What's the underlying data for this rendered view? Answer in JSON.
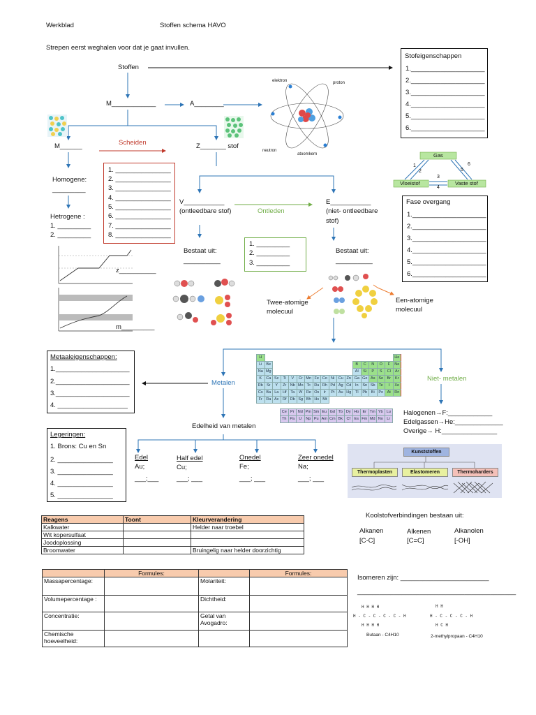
{
  "header": {
    "left": "Werkblad",
    "title": "Stoffen schema HAVO"
  },
  "instruction": "Strepen eerst weghalen voor dat je gaat invullen.",
  "top": {
    "stoffen": "Stoffen",
    "m": "M____________",
    "a": "A________"
  },
  "atom": {
    "elektron": "elektron",
    "proton": "proton",
    "neutron": "neutron",
    "atoomkern": "atoomkern"
  },
  "stofeigenschappen": {
    "title": "Stofeigenschappen",
    "items": [
      "1.____________________",
      "2.____________________",
      "3.____________________",
      "4.____________________",
      "5.____________________",
      "6.____________________"
    ]
  },
  "row2": {
    "m": "M______",
    "scheiden": "Scheiden",
    "z": "Z_______ stof"
  },
  "scheiden_list": [
    "1. _______________",
    "2. _______________",
    "3. _______________",
    "4. _______________",
    "5. _______________",
    "6. _______________",
    "7. _______________",
    "8. _______________"
  ],
  "mengsels": {
    "homogene": "Homogene:",
    "homogene_blank": "_________",
    "hetrogene": "Hetrogene :",
    "het1": "1. _________",
    "het2": "2. _________"
  },
  "fase": {
    "gas": "Gas",
    "vloeistof": "Vloeistof",
    "vaste": "Vaste stof",
    "n1": "1",
    "n2": "2",
    "n3": "3",
    "n4": "4",
    "n5": "5",
    "n6": "6",
    "title": "Fase overgang",
    "items": [
      "1.____________________",
      "2.____________________",
      "3.____________________",
      "4.____________________",
      "5.____________________",
      "6.____________________"
    ]
  },
  "ontleden": {
    "v": "V___________",
    "v_sub": "(ontleedbare stof)",
    "label": "Ontleden",
    "e": "E___________",
    "e_sub1": "(niet- ontleedbare",
    "e_sub2": "stof)",
    "list": [
      "1. _________",
      "2. _________",
      "3. _________"
    ],
    "bestaat1": "Bestaat uit:",
    "bestaat1_blank": "__________",
    "bestaat2": "Bestaat uit:",
    "bestaat2_blank": "__________",
    "twee1": "Twee-atomige",
    "twee2": "molecuul",
    "een1": "Een-atomige",
    "een2": "molecuul"
  },
  "graphs": {
    "z": "z__________",
    "m": "m_________"
  },
  "metalen": {
    "eig_title": "Metaaleigenschappen:",
    "eig_items": [
      "1.____________________",
      "2.____________________",
      "3.____________________",
      "4. ___________________"
    ],
    "label": "Metalen",
    "niet": "Niet- metalen",
    "halogenen": "Halogenen→F:____________",
    "edelgassen": "Edelgassen→He:_____________",
    "overige": "Overige→ H:_______________"
  },
  "periodic": {
    "rows": [
      [
        "H",
        "",
        "",
        "",
        "",
        "",
        "",
        "",
        "",
        "",
        "",
        "",
        "",
        "",
        "",
        "",
        "",
        "He"
      ],
      [
        "Li",
        "Be",
        "",
        "",
        "",
        "",
        "",
        "",
        "",
        "",
        "",
        "",
        "B",
        "C",
        "N",
        "O",
        "F",
        "Ne"
      ],
      [
        "Na",
        "Mg",
        "",
        "",
        "",
        "",
        "",
        "",
        "",
        "",
        "",
        "",
        "Al",
        "Si",
        "P",
        "S",
        "Cl",
        "Ar"
      ],
      [
        "K",
        "Ca",
        "Sc",
        "Ti",
        "V",
        "Cr",
        "Mn",
        "Fe",
        "Co",
        "Ni",
        "Cu",
        "Zn",
        "Ga",
        "Ge",
        "As",
        "Se",
        "Br",
        "Kr"
      ],
      [
        "Rb",
        "Sr",
        "Y",
        "Zr",
        "Nb",
        "Mo",
        "Tc",
        "Ru",
        "Rh",
        "Pd",
        "Ag",
        "Cd",
        "In",
        "Sn",
        "Sb",
        "Te",
        "I",
        "Xe"
      ],
      [
        "Cs",
        "Ba",
        "La",
        "Hf",
        "Ta",
        "W",
        "Re",
        "Os",
        "Ir",
        "Pt",
        "Au",
        "Hg",
        "Tl",
        "Pb",
        "Bi",
        "Po",
        "At",
        "Rn"
      ],
      [
        "Fr",
        "Ra",
        "Ac",
        "Rf",
        "Db",
        "Sg",
        "Bh",
        "Hs",
        "Mt",
        "",
        "",
        "",
        "",
        "",
        "",
        "",
        "",
        ""
      ]
    ],
    "lan": [
      "Ce",
      "Pr",
      "Nd",
      "Pm",
      "Sm",
      "Eu",
      "Gd",
      "Tb",
      "Dy",
      "Ho",
      "Er",
      "Tm",
      "Yb",
      "Lu"
    ],
    "act": [
      "Th",
      "Pa",
      "U",
      "Np",
      "Pu",
      "Am",
      "Cm",
      "Bk",
      "Cf",
      "Es",
      "Fm",
      "Md",
      "No",
      "Lr"
    ]
  },
  "edelheid": {
    "title": "Edelheid van metalen",
    "cols": [
      {
        "h": "Edel",
        "ex": "Au;",
        "b": "___;___"
      },
      {
        "h": "Half edel",
        "ex": "Cu;",
        "b": "___; ___"
      },
      {
        "h": "Onedel",
        "ex": "Fe;",
        "b": "___; ___"
      },
      {
        "h": "Zeer onedel",
        "ex": "Na;",
        "b": "___; ___"
      }
    ]
  },
  "legeringen": {
    "title": "Legeringen:",
    "items": [
      "1. Brons: Cu en Sn",
      "2. _______________",
      "3. _______________",
      "4. _______________",
      "5. _______________"
    ]
  },
  "kunststoffen": {
    "title": "Kunststoffen",
    "a": "Thermoplasten",
    "b": "Elastomeren",
    "c": "Thermoharders"
  },
  "reagens": {
    "headers": [
      "Reagens",
      "Toont",
      "Kleurverandering"
    ],
    "rows": [
      [
        "Kalkwater",
        "",
        "Helder naar troebel"
      ],
      [
        "Wit kopersulfaat",
        "",
        ""
      ],
      [
        "Joodoplossing",
        "",
        ""
      ],
      [
        "Broomwater",
        "",
        "Bruingelig naar helder doorzichtig"
      ]
    ]
  },
  "koolstof": {
    "title": "Koolstofverbindingen bestaan uit:",
    "a1": "Alkanen",
    "a2": "[C-C]",
    "b1": "Alkenen",
    "b2": "[C=C]",
    "c1": "Alkanolen",
    "c2": "[-OH]",
    "isomeren": "Isomeren zijn: ________________________",
    "isomeren2": "___________________________________________",
    "butaan": "Butaan - C4H10",
    "methyl": "2-methylpropaan - C4H10"
  },
  "formules": {
    "h1": "Formules:",
    "h2": "Formules:",
    "rows": [
      [
        "Massapercentage:",
        "Molariteit:"
      ],
      [
        "Volumepercentage :",
        "Dichtheid:"
      ],
      [
        "Concentratie:",
        "Getal van Avogadro:"
      ],
      [
        "Chemische hoeveelheid:",
        ""
      ]
    ]
  }
}
